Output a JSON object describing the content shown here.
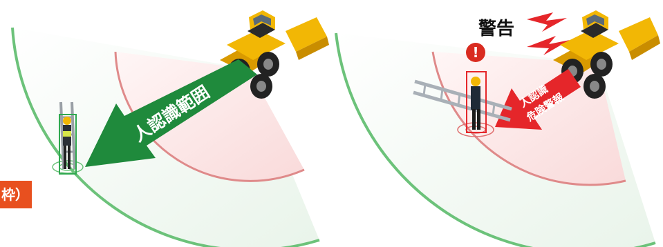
{
  "left_panel": {
    "arrow_label": "人認識範囲",
    "caption_fragment": "枠）"
  },
  "right_panel": {
    "warning_label": "警告",
    "arrow_label_line1": "人認識",
    "arrow_label_line2": "危険警報",
    "alert_glyph": "!"
  },
  "colors": {
    "outer_zone_fill": "#eef6ee",
    "outer_zone_stroke": "#6cc27a",
    "danger_zone_fill": "#fbe3e3",
    "danger_zone_stroke": "#df8a8a",
    "green_arrow": "#1f8a3c",
    "red_arrow": "#e5262a",
    "caption_bg": "#e8501f",
    "bulldozer_yellow": "#f2b705",
    "alert_red": "#d92b20"
  }
}
